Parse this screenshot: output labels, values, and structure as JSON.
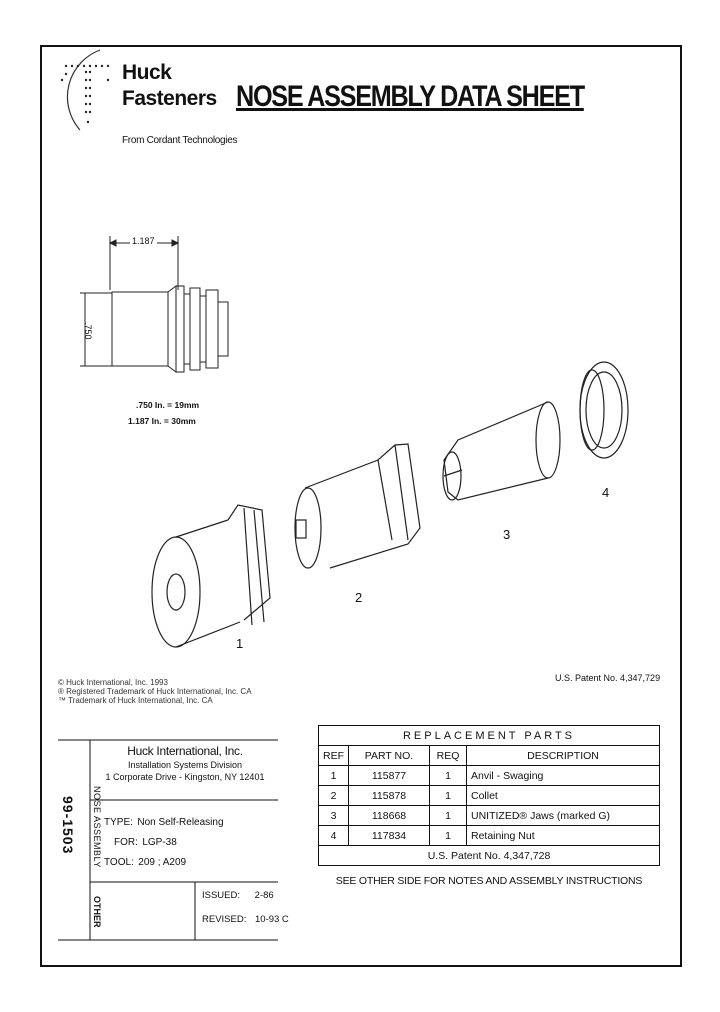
{
  "brand": {
    "line1": "Huck",
    "line2": "Fasteners",
    "tagline": "From Cordant Technologies"
  },
  "title": "NOSE ASSEMBLY DATA SHEET",
  "dimensions": {
    "length_label": "1.187",
    "diameter_label": ".750",
    "conv1": ".750 In. = 19mm",
    "conv2": "1.187 In. = 30mm"
  },
  "part_callouts": [
    "1",
    "2",
    "3",
    "4"
  ],
  "trademarks": [
    "© Huck International, Inc. 1993",
    "® Registered Trademark of Huck International, Inc. CA",
    "™ Trademark of Huck International, Inc. CA"
  ],
  "patent_right": "U.S. Patent No. 4,347,729",
  "parts_table": {
    "title": "REPLACEMENT PARTS",
    "headers": [
      "REF",
      "PART NO.",
      "REQ",
      "DESCRIPTION"
    ],
    "rows": [
      {
        "ref": "1",
        "part_no": "115877",
        "req": "1",
        "desc": "Anvil - Swaging"
      },
      {
        "ref": "2",
        "part_no": "115878",
        "req": "1",
        "desc": "Collet"
      },
      {
        "ref": "3",
        "part_no": "118668",
        "req": "1",
        "desc": "UNITIZED® Jaws (marked G)"
      },
      {
        "ref": "4",
        "part_no": "117834",
        "req": "1",
        "desc": "Retaining Nut"
      }
    ],
    "patent": "U.S. Patent No. 4,347,728",
    "note": "SEE OTHER SIDE FOR NOTES AND ASSEMBLY INSTRUCTIONS"
  },
  "info": {
    "doc_number": "99-1503",
    "side_label": "NOSE ASSEMBLY",
    "other_label": "OTHER",
    "company": "Huck International, Inc.",
    "division": "Installation Systems Division",
    "address": "1 Corporate Drive - Kingston, NY 12401",
    "type_label": "TYPE:",
    "type_value": "Non Self-Releasing",
    "for_label": "FOR:",
    "for_value": "LGP-38",
    "tool_label": "TOOL:",
    "tool_value": "209 ; A209",
    "issued_label": "ISSUED:",
    "issued_value": "2-86",
    "revised_label": "REVISED:",
    "revised_value": "10-93 C"
  }
}
